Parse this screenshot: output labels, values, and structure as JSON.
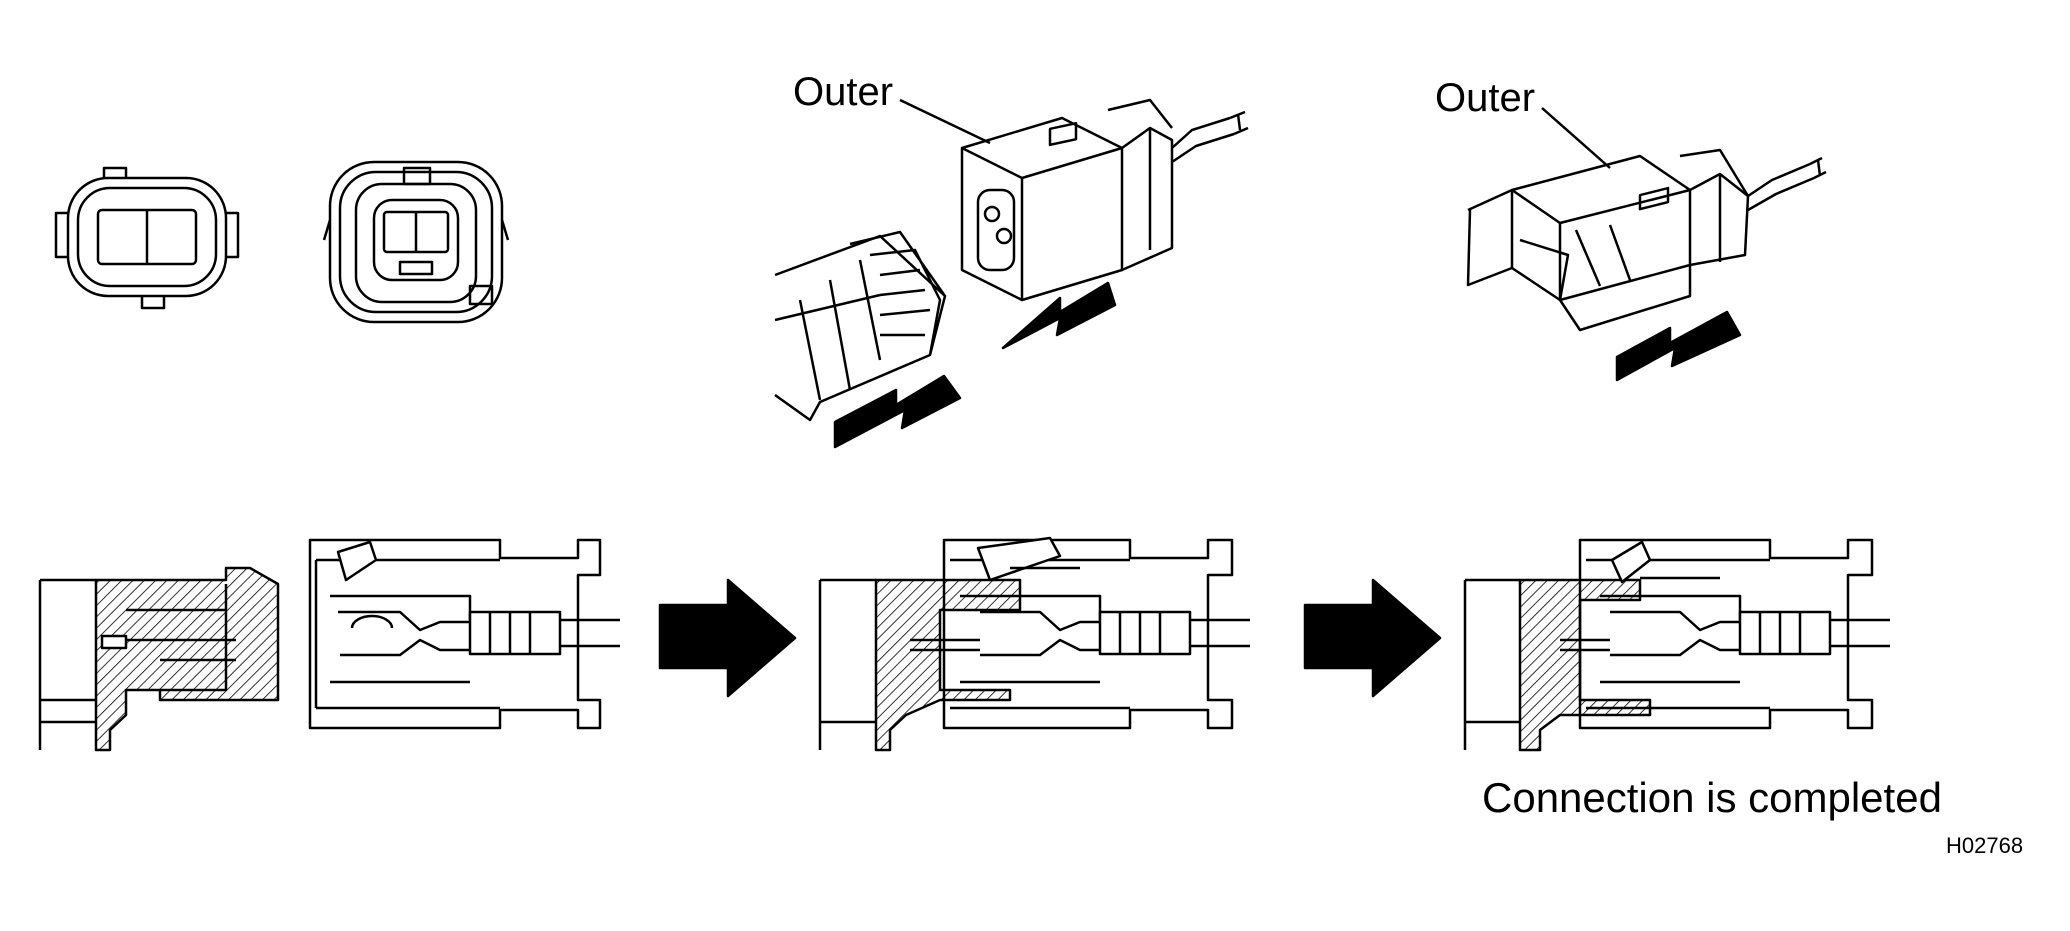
{
  "labels": {
    "outer_left": "Outer",
    "outer_right": "Outer"
  },
  "caption": "Connection is completed",
  "figure_code": "H02768"
}
